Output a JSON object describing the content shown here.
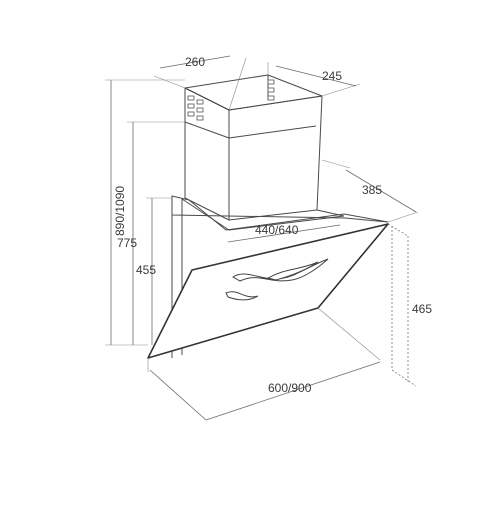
{
  "dimensions": {
    "chimney_width": "260",
    "chimney_depth": "245",
    "total_height": "890/1090",
    "height_to_glass_top": "775",
    "lower_height": "455",
    "projection_depth": "385",
    "chimney_adjust": "440/640",
    "glass_drop": "465",
    "hood_width": "600/900"
  },
  "colors": {
    "line": "#4a4a4a",
    "dimension": "#6a6a6a",
    "background": "#ffffff"
  }
}
